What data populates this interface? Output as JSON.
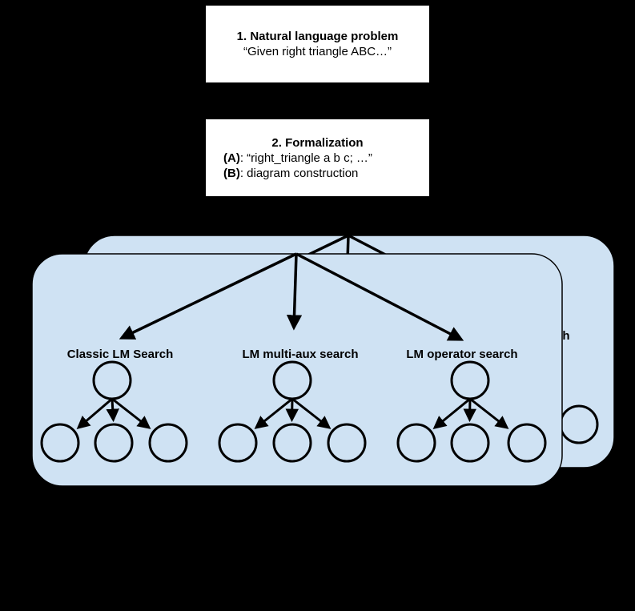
{
  "colors": {
    "background": "#000000",
    "box_fill": "#ffffff",
    "box_border": "#000000",
    "panel_fill": "#cfe2f3",
    "ink": "#000000"
  },
  "box1": {
    "title": "1. Natural language problem",
    "quote": "“Given right triangle ABC…”"
  },
  "box2": {
    "title": "2. Formalization",
    "line_a_label": "(A)",
    "line_a_text": ": “right_triangle a b c; …”",
    "line_b_label": "(B)",
    "line_b_text": ": diagram construction"
  },
  "search_panel": {
    "trees": [
      {
        "label": "Classic LM Search"
      },
      {
        "label": "LM multi-aux search"
      },
      {
        "label": "LM operator search"
      }
    ]
  }
}
